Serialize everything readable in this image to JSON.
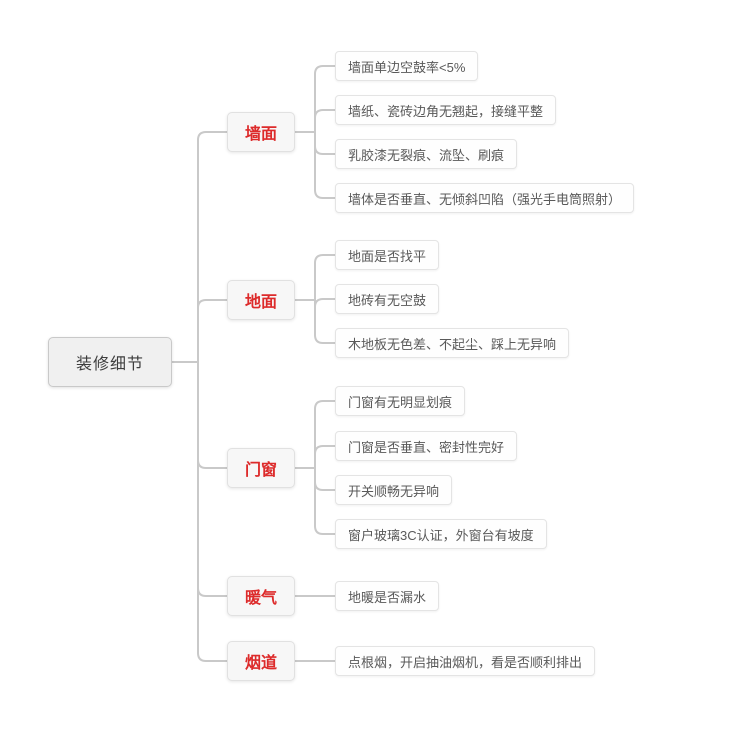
{
  "diagram": {
    "type": "mindmap",
    "root": {
      "label": "装修细节"
    },
    "branches": [
      {
        "label": "墙面",
        "children": [
          "墙面单边空鼓率<5%",
          "墙纸、瓷砖边角无翘起，接缝平整",
          "乳胶漆无裂痕、流坠、刷痕",
          "墙体是否垂直、无倾斜凹陷（强光手电筒照射）"
        ]
      },
      {
        "label": "地面",
        "children": [
          "地面是否找平",
          "地砖有无空鼓",
          "木地板无色差、不起尘、踩上无异响"
        ]
      },
      {
        "label": "门窗",
        "children": [
          "门窗有无明显划痕",
          "门窗是否垂直、密封性完好",
          "开关顺畅无异响",
          "窗户玻璃3C认证，外窗台有坡度"
        ]
      },
      {
        "label": "暖气",
        "children": [
          "地暖是否漏水"
        ]
      },
      {
        "label": "烟道",
        "children": [
          "点根烟，开启抽油烟机，看是否顺利排出"
        ]
      }
    ],
    "colors": {
      "branch_text": "#dd2b2b",
      "root_text": "#3d3d3d",
      "leaf_text": "#595959",
      "connector": "#c9c9c9",
      "background": "#ffffff"
    }
  }
}
